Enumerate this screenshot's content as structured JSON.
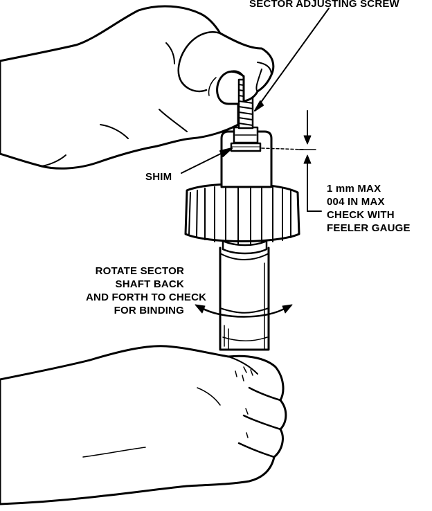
{
  "labels": {
    "sector_screw": "SECTOR ADJUSTING SCREW",
    "shim": "SHIM",
    "clearance": [
      "1 mm MAX",
      "004 IN MAX",
      "CHECK WITH",
      "FEELER GAUGE"
    ],
    "rotate": [
      "ROTATE SECTOR",
      "SHAFT BACK",
      "AND FORTH TO CHECK",
      "FOR BINDING"
    ]
  }
}
